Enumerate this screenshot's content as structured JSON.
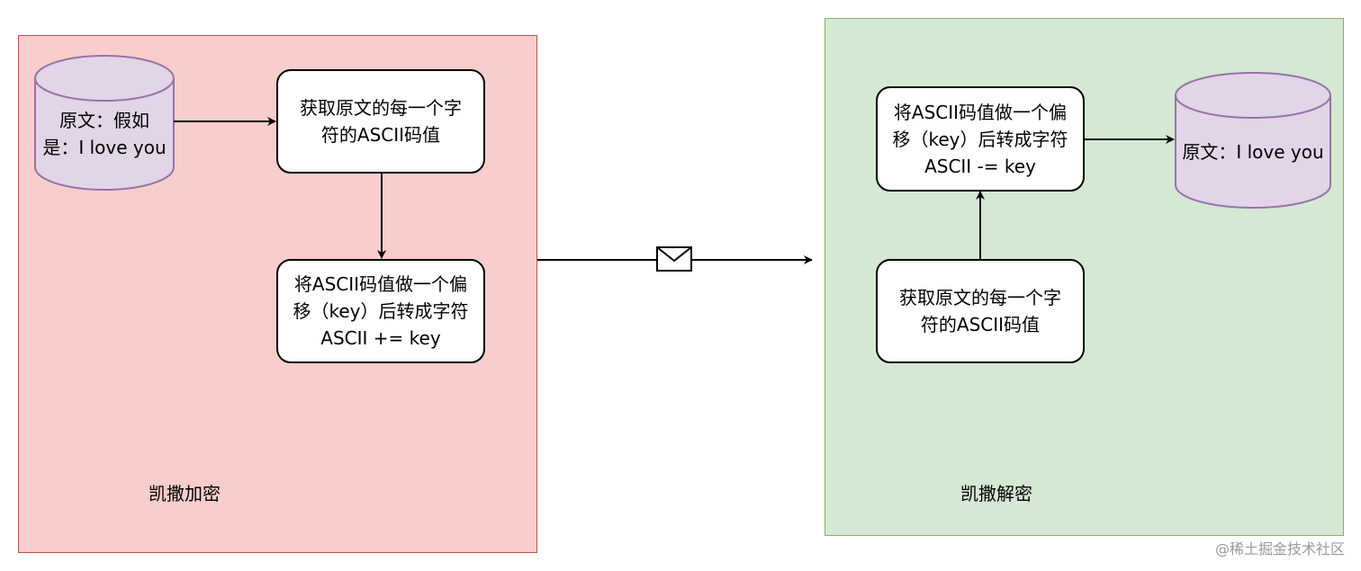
{
  "diagram": {
    "encrypt_panel": {
      "label": "凯撒加密",
      "color": "#f8cecc",
      "border_color": "#b85450",
      "source_db": "原文：假如\n是：I love you",
      "step1": "获取原文的每一个字\n符的ASCII码值",
      "step2": "将ASCII码值做一个偏\n移（key）后转成字符\nASCII += key"
    },
    "decrypt_panel": {
      "label": "凯撒解密",
      "color": "#d5e8d4",
      "border_color": "#82b366",
      "step1": "获取原文的每一个字\n符的ASCII码值",
      "step2": "将ASCII码值做一个偏\n移（key）后转成字符\nASCII -= key",
      "result_db": "原文：I love you"
    },
    "db_color": "#e1d5e7",
    "db_border_color": "#9673a6",
    "message_icon": "envelope-icon"
  },
  "watermark": "@稀土掘金技术社区"
}
